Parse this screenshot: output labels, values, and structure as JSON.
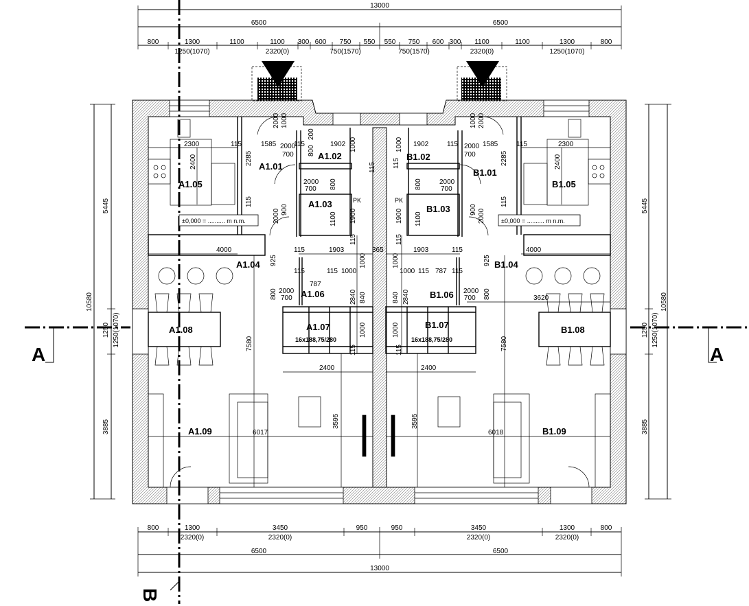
{
  "dimensions_top": {
    "total": "13000",
    "halves": [
      "6500",
      "6500"
    ],
    "segments": [
      "800",
      "1300",
      "1100",
      "1100",
      "300",
      "600",
      "750",
      "550",
      "550",
      "750",
      "600",
      "300",
      "1100",
      "1100",
      "1300",
      "800"
    ],
    "openings": [
      "1250(1070)",
      "2320(0)",
      "750(1570)",
      "750(1570)",
      "2320(0)",
      "1250(1070)"
    ]
  },
  "dimensions_bottom": {
    "segments": [
      "800",
      "1300",
      "3450",
      "950",
      "950",
      "3450",
      "1300",
      "800"
    ],
    "openings": [
      "2320(0)",
      "2320(0)",
      "2320(0)",
      "2320(0)"
    ],
    "halves": [
      "6500",
      "6500"
    ],
    "total": "13000"
  },
  "dimensions_side": {
    "total": "10580",
    "upper": "5445",
    "middle": "1250",
    "opening": "1250(1070)",
    "lower": "3885"
  },
  "rooms": {
    "a101": "A1.01",
    "a102": "A1.02",
    "a103": "A1.03",
    "a104": "A1.04",
    "a105": "A1.05",
    "a106": "A1.06",
    "a107": "A1.07",
    "a108": "A1.08",
    "a109": "A1.09",
    "b101": "B1.01",
    "b102": "B1.02",
    "b103": "B1.03",
    "b104": "B1.04",
    "b105": "B1.05",
    "b106": "B1.06",
    "b107": "B1.07",
    "b108": "B1.08",
    "b109": "B1.09"
  },
  "level_note": "±0,000 = .......... m n.m.",
  "stair_label": "16x188,75/280",
  "chimney": "PK",
  "section_marks": {
    "a": "A",
    "b": "B"
  },
  "interior_dimensions": {
    "v2000": "2000",
    "v1000": "1000",
    "v200": "200",
    "v2300": "2300",
    "v115": "115",
    "v1585": "1585",
    "v1902": "1902",
    "v700": "700",
    "v800": "800",
    "v2400": "2400",
    "v2285": "2285",
    "v900": "900",
    "v1100": "1100",
    "v1900": "1900",
    "v4000": "4000",
    "v1903": "1903",
    "v365": "365",
    "v925": "925",
    "v787": "787",
    "v840": "840",
    "v2840": "2840",
    "v3620": "3620",
    "v7580": "7580",
    "v3595": "3595",
    "v6017": "6017",
    "v6018": "6018"
  }
}
